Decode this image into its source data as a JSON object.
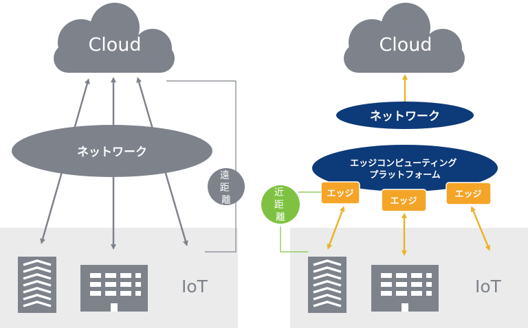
{
  "left": {
    "cloud_label": "Cloud",
    "network_label": "ネットワーク",
    "distance_label": [
      "遠",
      "距",
      "離"
    ],
    "iot_label": "IoT"
  },
  "right": {
    "cloud_label": "Cloud",
    "network_label": "ネットワーク",
    "platform_label": [
      "エッジコンピューティング",
      "プラットフォーム"
    ],
    "edge_labels": [
      "エッジ",
      "エッジ",
      "エッジ"
    ],
    "distance_label": [
      "近",
      "距",
      "離"
    ],
    "iot_label": "IoT"
  },
  "colors": {
    "gray": "#7d828b",
    "panel": "#ebebeb",
    "navy": "#0d3a78",
    "orange": "#f4a427",
    "green": "#7fc243",
    "yellow_arrow": "#e9b42c"
  }
}
